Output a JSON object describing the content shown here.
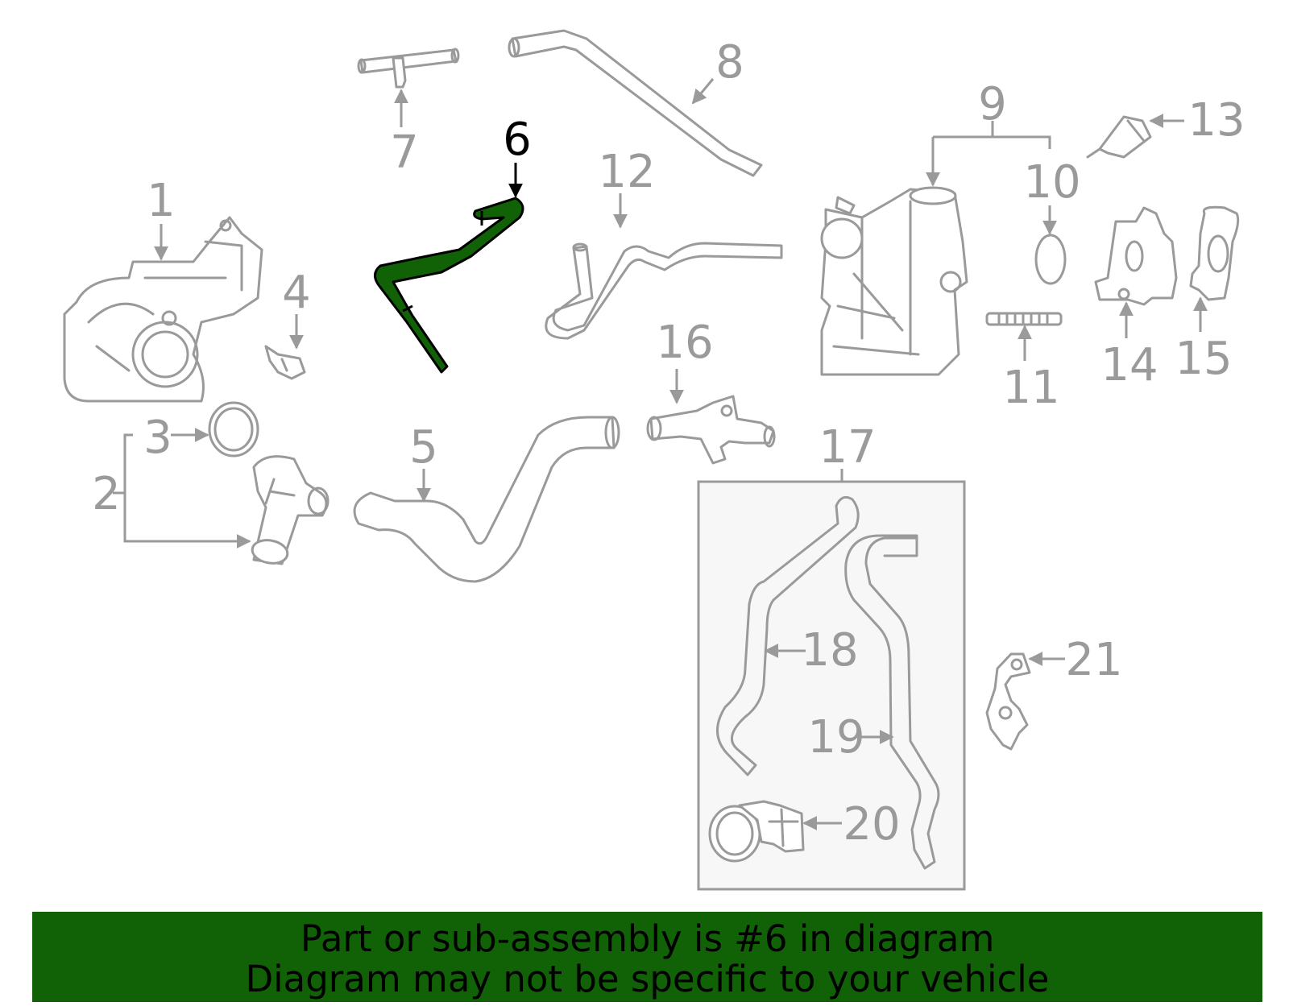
{
  "colors": {
    "highlight": "#116106",
    "part_stroke": "#9a9a9a",
    "banner_bg": "#116106",
    "subassembly_box": "#f7f7f7"
  },
  "callouts": [
    "1",
    "2",
    "3",
    "4",
    "5",
    "6",
    "7",
    "8",
    "9",
    "10",
    "11",
    "12",
    "13",
    "14",
    "15",
    "16",
    "17",
    "18",
    "19",
    "20",
    "21"
  ],
  "highlighted_part": "6",
  "banner": {
    "line1": "Part or sub-assembly is #6 in diagram",
    "line2": "Diagram may not be specific to your vehicle"
  }
}
